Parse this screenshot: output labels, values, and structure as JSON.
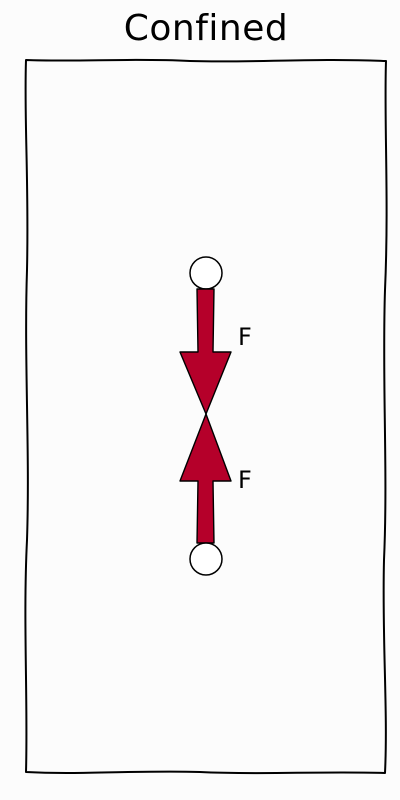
{
  "title": "Confined",
  "forces": [
    {
      "label": "F",
      "direction": "down",
      "color": "#b5002a"
    },
    {
      "label": "F",
      "direction": "up",
      "color": "#b5002a"
    }
  ],
  "colors": {
    "background": "#fcfcfc",
    "outline": "#000000",
    "arrow": "#b5002a",
    "node_fill": "#ffffff"
  }
}
